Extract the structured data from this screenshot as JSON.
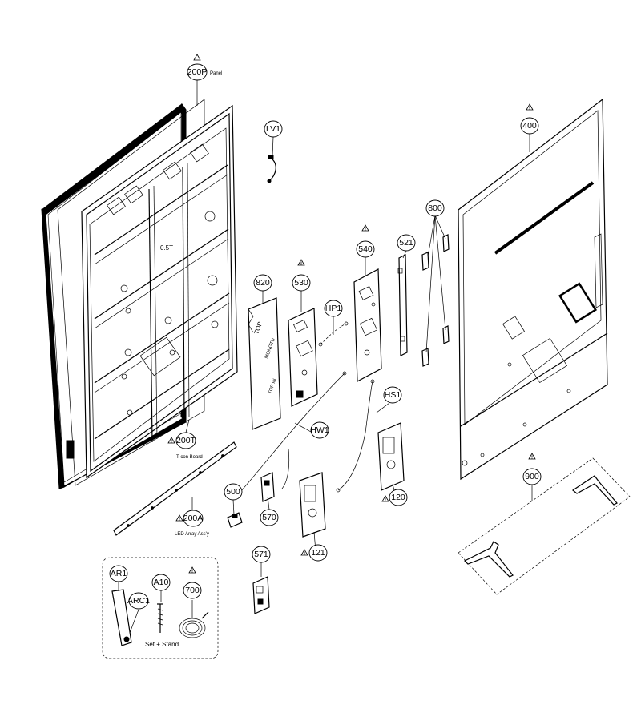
{
  "callouts": {
    "c200P": "200P",
    "cLV1": "LV1",
    "c400": "400",
    "c800": "800",
    "c820": "820",
    "c530": "530",
    "c540": "540",
    "c521": "521",
    "cHP1": "HP1",
    "cHS1": "HS1",
    "cHW1": "HW1",
    "c200T": "200T",
    "c500": "500",
    "c570": "570",
    "c120": "120",
    "c900": "900",
    "c200A": "200A",
    "c121": "121",
    "c571": "571",
    "cAR1": "AR1",
    "cARC1": "ARC1",
    "cA10": "A10",
    "c700": "700"
  },
  "captions": {
    "panel": "Panel",
    "tcon": "T-con Board",
    "led": "LED Array Ass'y",
    "set_stand": "Set + Stand"
  },
  "markings": {
    "panel_mark": "0.5T",
    "label_top": "TOP",
    "label_mid": "MONGTU",
    "label_bottom": "TOP IN"
  },
  "colors": {
    "ink": "#000000",
    "paper": "#ffffff"
  }
}
